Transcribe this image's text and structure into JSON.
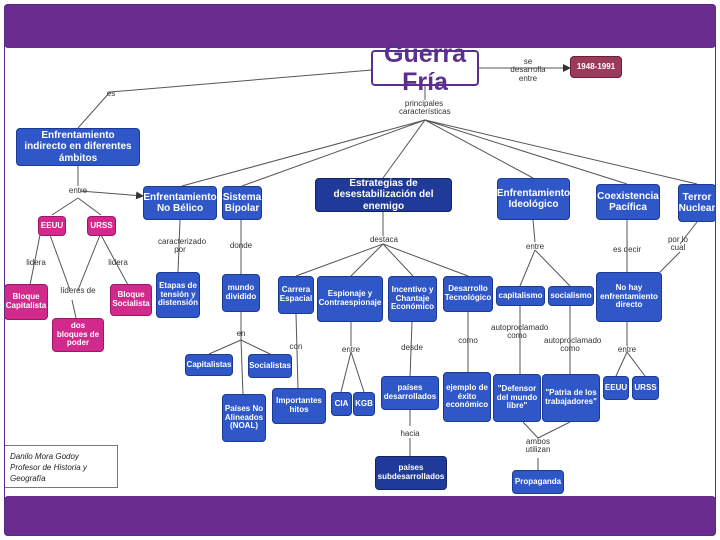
{
  "title": "Guerra Fría",
  "period": "1948-1991",
  "author": {
    "name": "Danilo Mora Godoy",
    "role": "Profesor de Historia y Geografía"
  },
  "nodes": {
    "enfrentamiento_indirecto": "Enfrentamiento indirecto en diferentes ámbitos",
    "eeuu": "EEUU",
    "urss": "URSS",
    "bloque_capitalista": "Bloque Capitalista",
    "bloque_socialista": "Bloque Socialista",
    "dos_bloques": "dos bloques de poder",
    "no_belico": "Enfrentamiento No Bélico",
    "etapas": "Etapas de tensión y distensión",
    "sistema_bipolar": "Sistema Bipolar",
    "mundo_dividido": "mundo dividido",
    "capitalistas": "Capitalistas",
    "socialistas": "Socialistas",
    "noal": "Países No Alineados (NOAL)",
    "estrategias": "Estrategias de desestabilización del enemigo",
    "carrera_espacial": "Carrera Espacial",
    "importantes_hitos": "Importantes hitos",
    "espionaje": "Espionaje y Contraespionaje",
    "cia": "CIA",
    "kgb": "KGB",
    "incentivo": "Incentivo y Chantaje Económico",
    "paises_desarrollados": "países desarrollados",
    "paises_subdesarrollados": "países subdesarrollados",
    "desarrollo_tecnologico": "Desarrollo Tecnológico",
    "ejemplo_exito": "ejemplo de éxito económico",
    "ideologico": "Enfrentamiento Ideológico",
    "capitalismo": "capitalismo",
    "socialismo": "socialismo",
    "defensor": "\"Defensor del mundo libre\"",
    "patria": "\"Patria de los trabajadores\"",
    "propaganda": "Propaganda",
    "coexistencia": "Coexistencia Pacífica",
    "no_hay": "No hay enfrentamiento directo",
    "eeuu2": "EEUU",
    "urss2": "URSS",
    "terror_nuclear": "Terror Nuclear"
  },
  "labels": {
    "es": "es",
    "se_desarrolla_entre": "se desarrolla entre",
    "principales_caracteristicas": "principales características",
    "entre_1": "entre",
    "lidera_1": "lidera",
    "lidera_2": "lidera",
    "lideres_de": "líderes de",
    "caracterizado_por": "caracterizado por",
    "donde": "donde",
    "en": "en",
    "con": "con",
    "destaca": "destaca",
    "entre_2": "entre",
    "desde": "desde",
    "hacia": "hacia",
    "como": "como",
    "entre_3": "entre",
    "autoproclamado_como_1": "autoproclamado como",
    "autoproclamado_como_2": "autoproclamado como",
    "ambos_utilizan": "ambos utilizan",
    "es_decir": "es decir",
    "entre_4": "entre",
    "por_lo_cual": "por lo cual"
  }
}
